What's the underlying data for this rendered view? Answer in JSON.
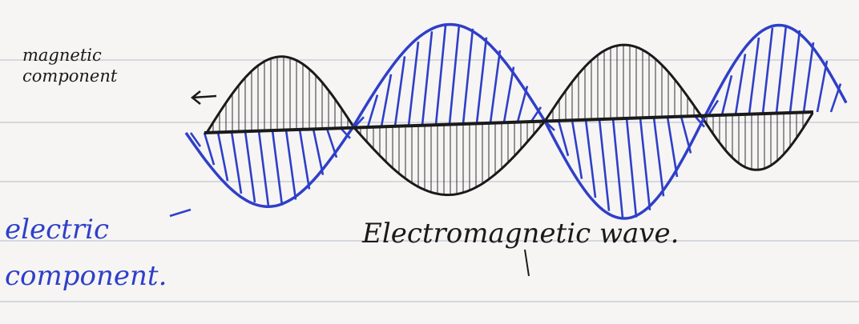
{
  "labels": {
    "magnetic_line1": "magnetic",
    "magnetic_line2": "component",
    "electric_line1": "electric",
    "electric_line2": "component.",
    "caption": "Electromagnetic wave."
  },
  "colors": {
    "paper": "#f6f5f4",
    "ink_black": "#1a1a1a",
    "ink_blue": "#2f3fc8",
    "ruled_line": "#d6d8de"
  }
}
